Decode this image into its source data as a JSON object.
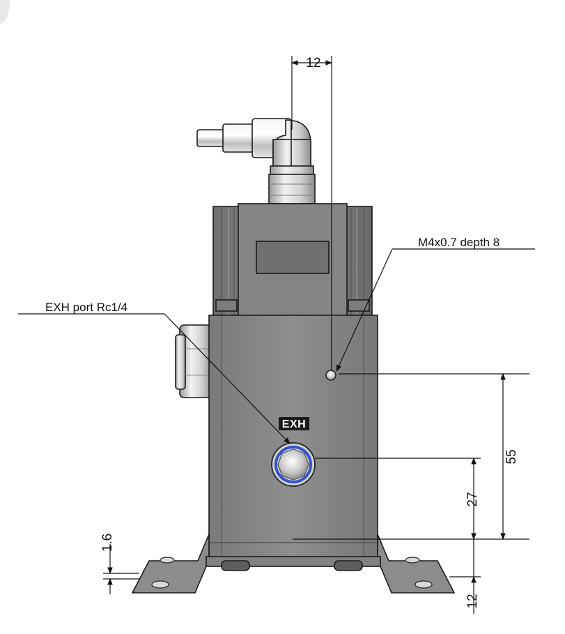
{
  "callouts": {
    "exhaust_port": "EXH port Rc1/4",
    "mounting_thread": "M4x0.7 depth 8"
  },
  "dimensions": {
    "top_width": "12",
    "thread_height": "55",
    "port_height": "27",
    "base_height": "12",
    "bracket_thickness": "1.6"
  },
  "marking": {
    "exh_plate": "EXH"
  },
  "colors": {
    "body": "#8a8a8a",
    "body_dark": "#6e6e6e",
    "body_light": "#a3a3a3",
    "port_ring": "#3355cc"
  }
}
